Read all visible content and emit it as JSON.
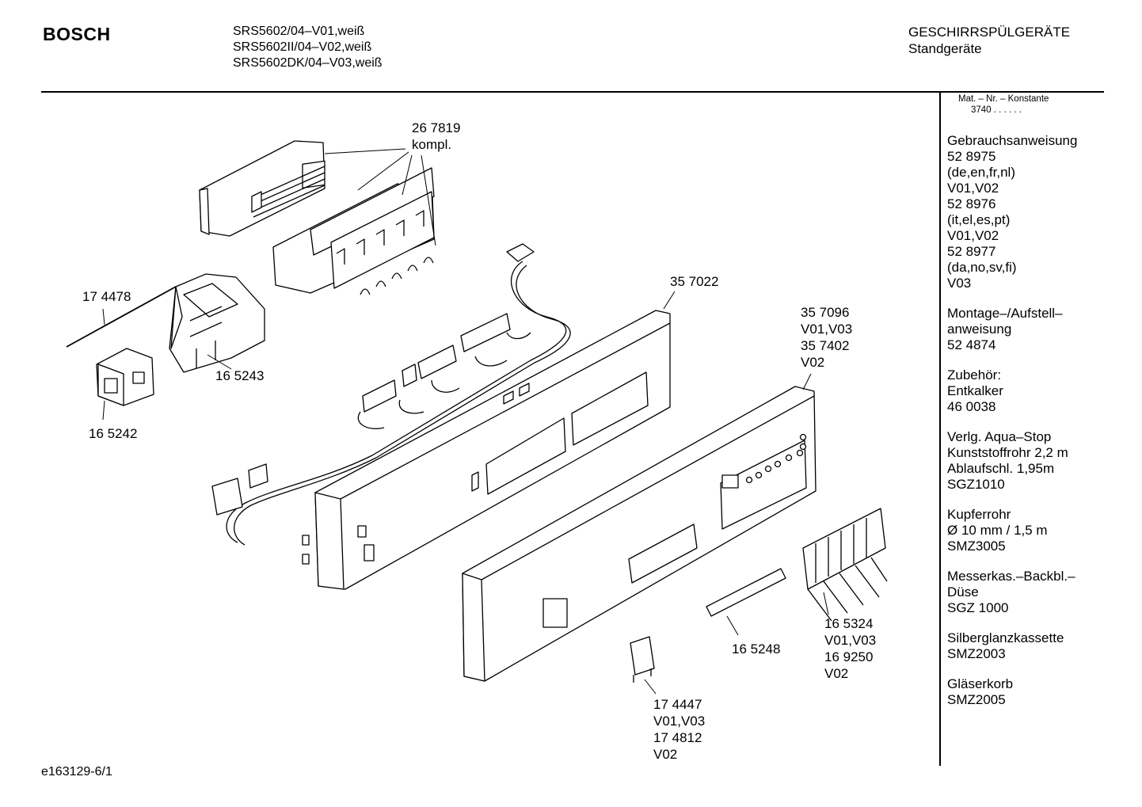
{
  "header": {
    "brand": "BOSCH",
    "models": [
      "SRS5602/04–V01,weiß",
      "SRS5602II/04–V02,weiß",
      "SRS5602DK/04–V03,weiß"
    ],
    "category": "GESCHIRRSPÜLGERÄTE",
    "subcategory": "Standgeräte"
  },
  "sidebar": {
    "konstante_label": "Mat. – Nr. – Konstante",
    "konstante_value": "3740 . . . . . .",
    "groups": [
      {
        "lines": [
          "Gebrauchsanweisung",
          "52 8975",
          "(de,en,fr,nl)",
          "V01,V02",
          "52 8976",
          "(it,el,es,pt)",
          "V01,V02",
          "52 8977",
          "(da,no,sv,fi)",
          "V03"
        ]
      },
      {
        "lines": [
          "Montage–/Aufstell–",
          "anweisung",
          "52 4874"
        ]
      },
      {
        "lines": [
          "Zubehör:",
          "Entkalker",
          "46 0038"
        ]
      },
      {
        "lines": [
          "Verlg. Aqua–Stop",
          "Kunststoffrohr 2,2 m",
          "Ablaufschl. 1,95m",
          "SGZ1010"
        ]
      },
      {
        "lines": [
          "Kupferrohr",
          "Ø 10 mm / 1,5 m",
          "SMZ3005"
        ]
      },
      {
        "lines": [
          "Messerkas.–Backbl.–",
          "Düse",
          "SGZ 1000"
        ]
      },
      {
        "lines": [
          "Silberglanzkassette",
          "SMZ2003"
        ]
      },
      {
        "lines": [
          "Gläserkorb",
          "SMZ2005"
        ]
      }
    ]
  },
  "callouts": [
    {
      "lines": [
        "26 7819",
        "kompl."
      ]
    },
    {
      "lines": [
        "17 4478"
      ]
    },
    {
      "lines": [
        "16 5243"
      ]
    },
    {
      "lines": [
        "16 5242"
      ]
    },
    {
      "lines": [
        "35 7022"
      ]
    },
    {
      "lines": [
        "35 7096",
        "V01,V03",
        "35 7402",
        "V02"
      ]
    },
    {
      "lines": [
        "16 5324",
        "V01,V03",
        "16 9250",
        "V02"
      ]
    },
    {
      "lines": [
        "16 5248"
      ]
    },
    {
      "lines": [
        "17 4447",
        "V01,V03",
        "17 4812",
        "V02"
      ]
    }
  ],
  "footer": {
    "drawing_id": "e163129-6/1"
  }
}
